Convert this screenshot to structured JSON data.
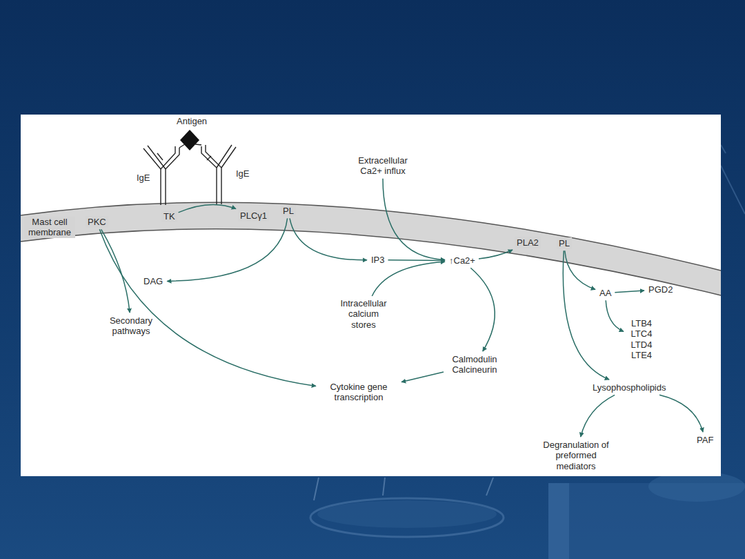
{
  "diagram": {
    "nodes": [
      {
        "text": [
          "Extracellular Ca2+ influx"
        ]
      },
      {
        "text": [
          "PL"
        ]
      },
      {
        "text": [
          "PKC"
        ]
      },
      {
        "text": [
          "TK"
        ]
      },
      {
        "text": [
          "PLCγ1"
        ]
      },
      {
        "text": [
          "PLA2"
        ]
      },
      {
        "text": [
          "PL"
        ]
      },
      {
        "text": [
          "IP3"
        ]
      },
      {
        "text": [
          "↑Ca2+"
        ]
      },
      {
        "text": [
          "DAG"
        ]
      },
      {
        "text": [
          "AA"
        ]
      },
      {
        "text": [
          "PGD2"
        ]
      },
      {
        "text": [
          "Intracellular calcium stores"
        ]
      },
      {
        "text": [
          "Secondary pathways"
        ]
      },
      {
        "text": [
          "LTB4 LTC4 LTD4 LTE4"
        ]
      },
      {
        "text": [
          "Calmodulin Calcineurin"
        ]
      },
      {
        "text": [
          "Cytokine gene transcription"
        ]
      },
      {
        "text": [
          "Lysophospholipids"
        ]
      },
      {
        "text": [
          "Degranulation of preformed mediators"
        ]
      },
      {
        "text": [
          "PAF"
        ]
      }
    ],
    "edges": [
      {
        "from": 3,
        "to": 4,
        "arrow": "to"
      },
      {
        "from": 1,
        "to": 9,
        "arrow": "to"
      },
      {
        "from": 1,
        "to": 7,
        "arrow": "to"
      },
      {
        "from": 7,
        "to": 8,
        "arrow": "to"
      },
      {
        "from": 0,
        "to": 8,
        "arrow": "to"
      },
      {
        "from": 12,
        "to": 8,
        "arrow": "to"
      },
      {
        "from": 8,
        "to": 5,
        "arrow": "to"
      },
      {
        "from": 8,
        "to": 15,
        "arrow": "to"
      },
      {
        "from": 15,
        "to": 16,
        "arrow": "to"
      },
      {
        "from": 2,
        "to": 13,
        "arrow": "to"
      },
      {
        "from": 2,
        "to": 16,
        "arrow": "to"
      },
      {
        "from": 6,
        "to": 10,
        "arrow": "to"
      },
      {
        "from": 10,
        "to": 11,
        "arrow": "to"
      },
      {
        "from": 10,
        "to": 14,
        "arrow": "to"
      },
      {
        "from": 6,
        "to": 17,
        "arrow": "to"
      },
      {
        "from": 17,
        "to": 18,
        "arrow": "to"
      },
      {
        "from": 17,
        "to": 19,
        "arrow": "to"
      }
    ],
    "labels": [
      "Antigen",
      "IgE",
      "IgE",
      "Mast cell membrane"
    ]
  }
}
